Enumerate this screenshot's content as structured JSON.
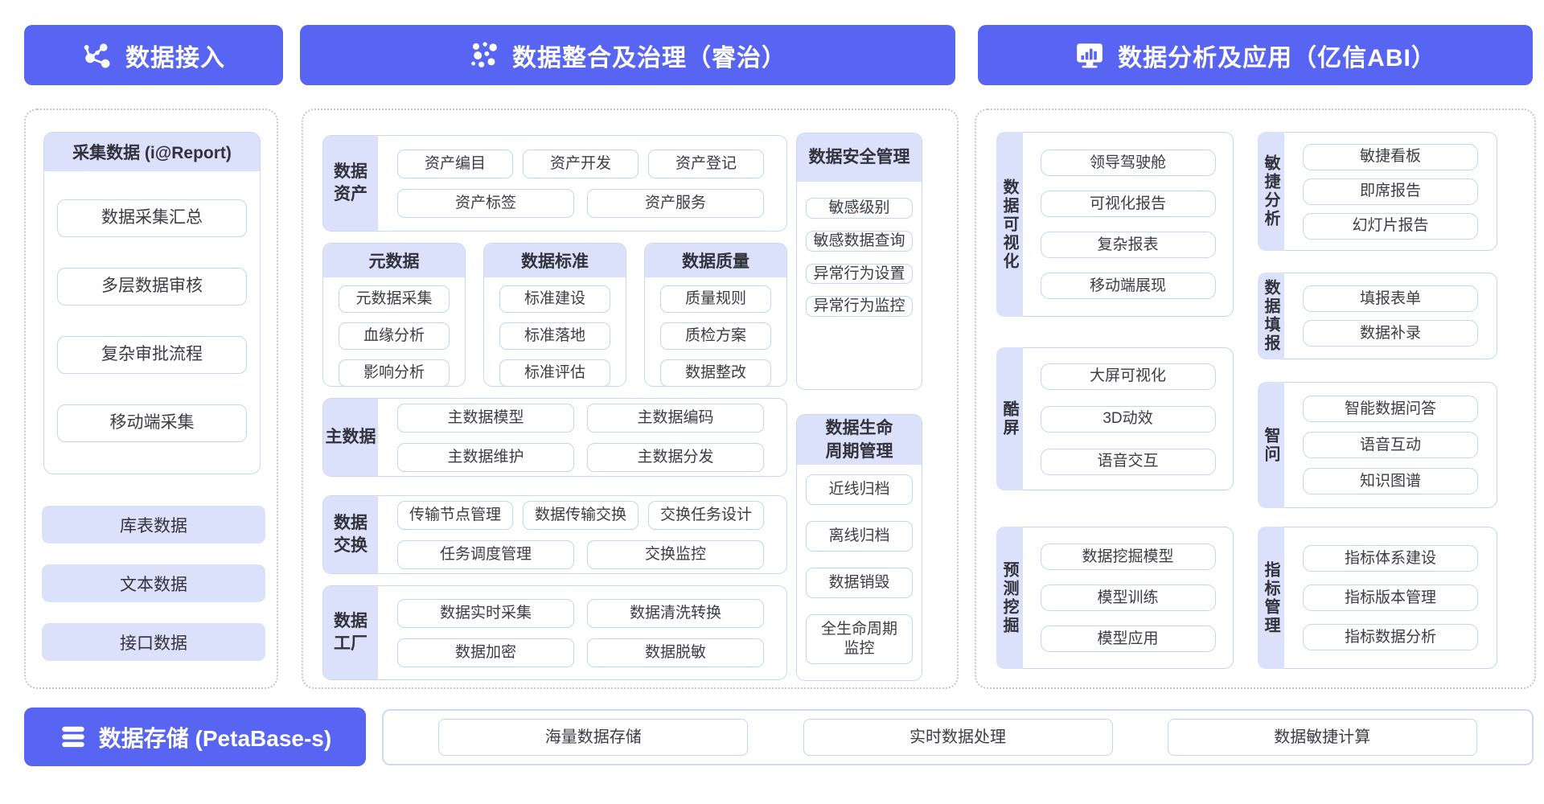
{
  "colors": {
    "accent": "#5865F2",
    "tint": "#dbe1fa"
  },
  "headers": {
    "access": {
      "label": "数据接入",
      "icon": "network-icon"
    },
    "governance": {
      "label": "数据整合及治理（睿治）",
      "icon": "dots-cluster-icon"
    },
    "analysis": {
      "label": "数据分析及应用（亿信ABI）",
      "icon": "monitor-chart-icon"
    },
    "storage": {
      "label": "数据存储 (PetaBase-s)",
      "icon": "database-icon"
    }
  },
  "access": {
    "card": {
      "title": "采集数据 (i@Report)",
      "items": [
        "数据采集汇总",
        "多层数据审核",
        "复杂审批流程",
        "移动端采集"
      ]
    },
    "sources": [
      "库表数据",
      "文本数据",
      "接口数据"
    ]
  },
  "governance": {
    "asset": {
      "label": "数据资产",
      "rows": [
        [
          "资产编目",
          "资产开发",
          "资产登记"
        ],
        [
          "资产标签",
          "资产服务"
        ]
      ]
    },
    "cards": [
      {
        "title": "元数据",
        "items": [
          "元数据采集",
          "血缘分析",
          "影响分析"
        ]
      },
      {
        "title": "数据标准",
        "items": [
          "标准建设",
          "标准落地",
          "标准评估"
        ]
      },
      {
        "title": "数据质量",
        "items": [
          "质量规则",
          "质检方案",
          "数据整改"
        ]
      }
    ],
    "master": {
      "label": "主数据",
      "rows": [
        [
          "主数据模型",
          "主数据编码"
        ],
        [
          "主数据维护",
          "主数据分发"
        ]
      ]
    },
    "exchange": {
      "label": "数据交换",
      "rows": [
        [
          "传输节点管理",
          "数据传输交换",
          "交换任务设计"
        ],
        [
          "任务调度管理",
          "交换监控"
        ]
      ]
    },
    "factory": {
      "label": "数据工厂",
      "rows": [
        [
          "数据实时采集",
          "数据清洗转换"
        ],
        [
          "数据加密",
          "数据脱敏"
        ]
      ]
    },
    "security": {
      "title": "数据安全管理",
      "items": [
        "敏感级别",
        "敏感数据查询",
        "异常行为设置",
        "异常行为监控"
      ]
    },
    "lifecycle": {
      "title": "数据生命周期管理",
      "items": [
        "近线归档",
        "离线归档",
        "数据销毁",
        "全生命周期监控"
      ]
    }
  },
  "analysis": {
    "viz": {
      "label": "数据可视化",
      "items": [
        "领导驾驶舱",
        "可视化报告",
        "复杂报表",
        "移动端展现"
      ]
    },
    "coolscreen": {
      "label": "酷屏",
      "items": [
        "大屏可视化",
        "3D动效",
        "语音交互"
      ]
    },
    "mining": {
      "label": "预测挖掘",
      "items": [
        "数据挖掘模型",
        "模型训练",
        "模型应用"
      ]
    },
    "agile": {
      "label": "敏捷分析",
      "items": [
        "敏捷看板",
        "即席报告",
        "幻灯片报告"
      ]
    },
    "reporting": {
      "label": "数据填报",
      "items": [
        "填报表单",
        "数据补录"
      ]
    },
    "ask": {
      "label": "智问",
      "items": [
        "智能数据问答",
        "语音互动",
        "知识图谱"
      ]
    },
    "indicator": {
      "label": "指标管理",
      "items": [
        "指标体系建设",
        "指标版本管理",
        "指标数据分析"
      ]
    }
  },
  "storage_row": [
    "海量数据存储",
    "实时数据处理",
    "数据敏捷计算"
  ]
}
